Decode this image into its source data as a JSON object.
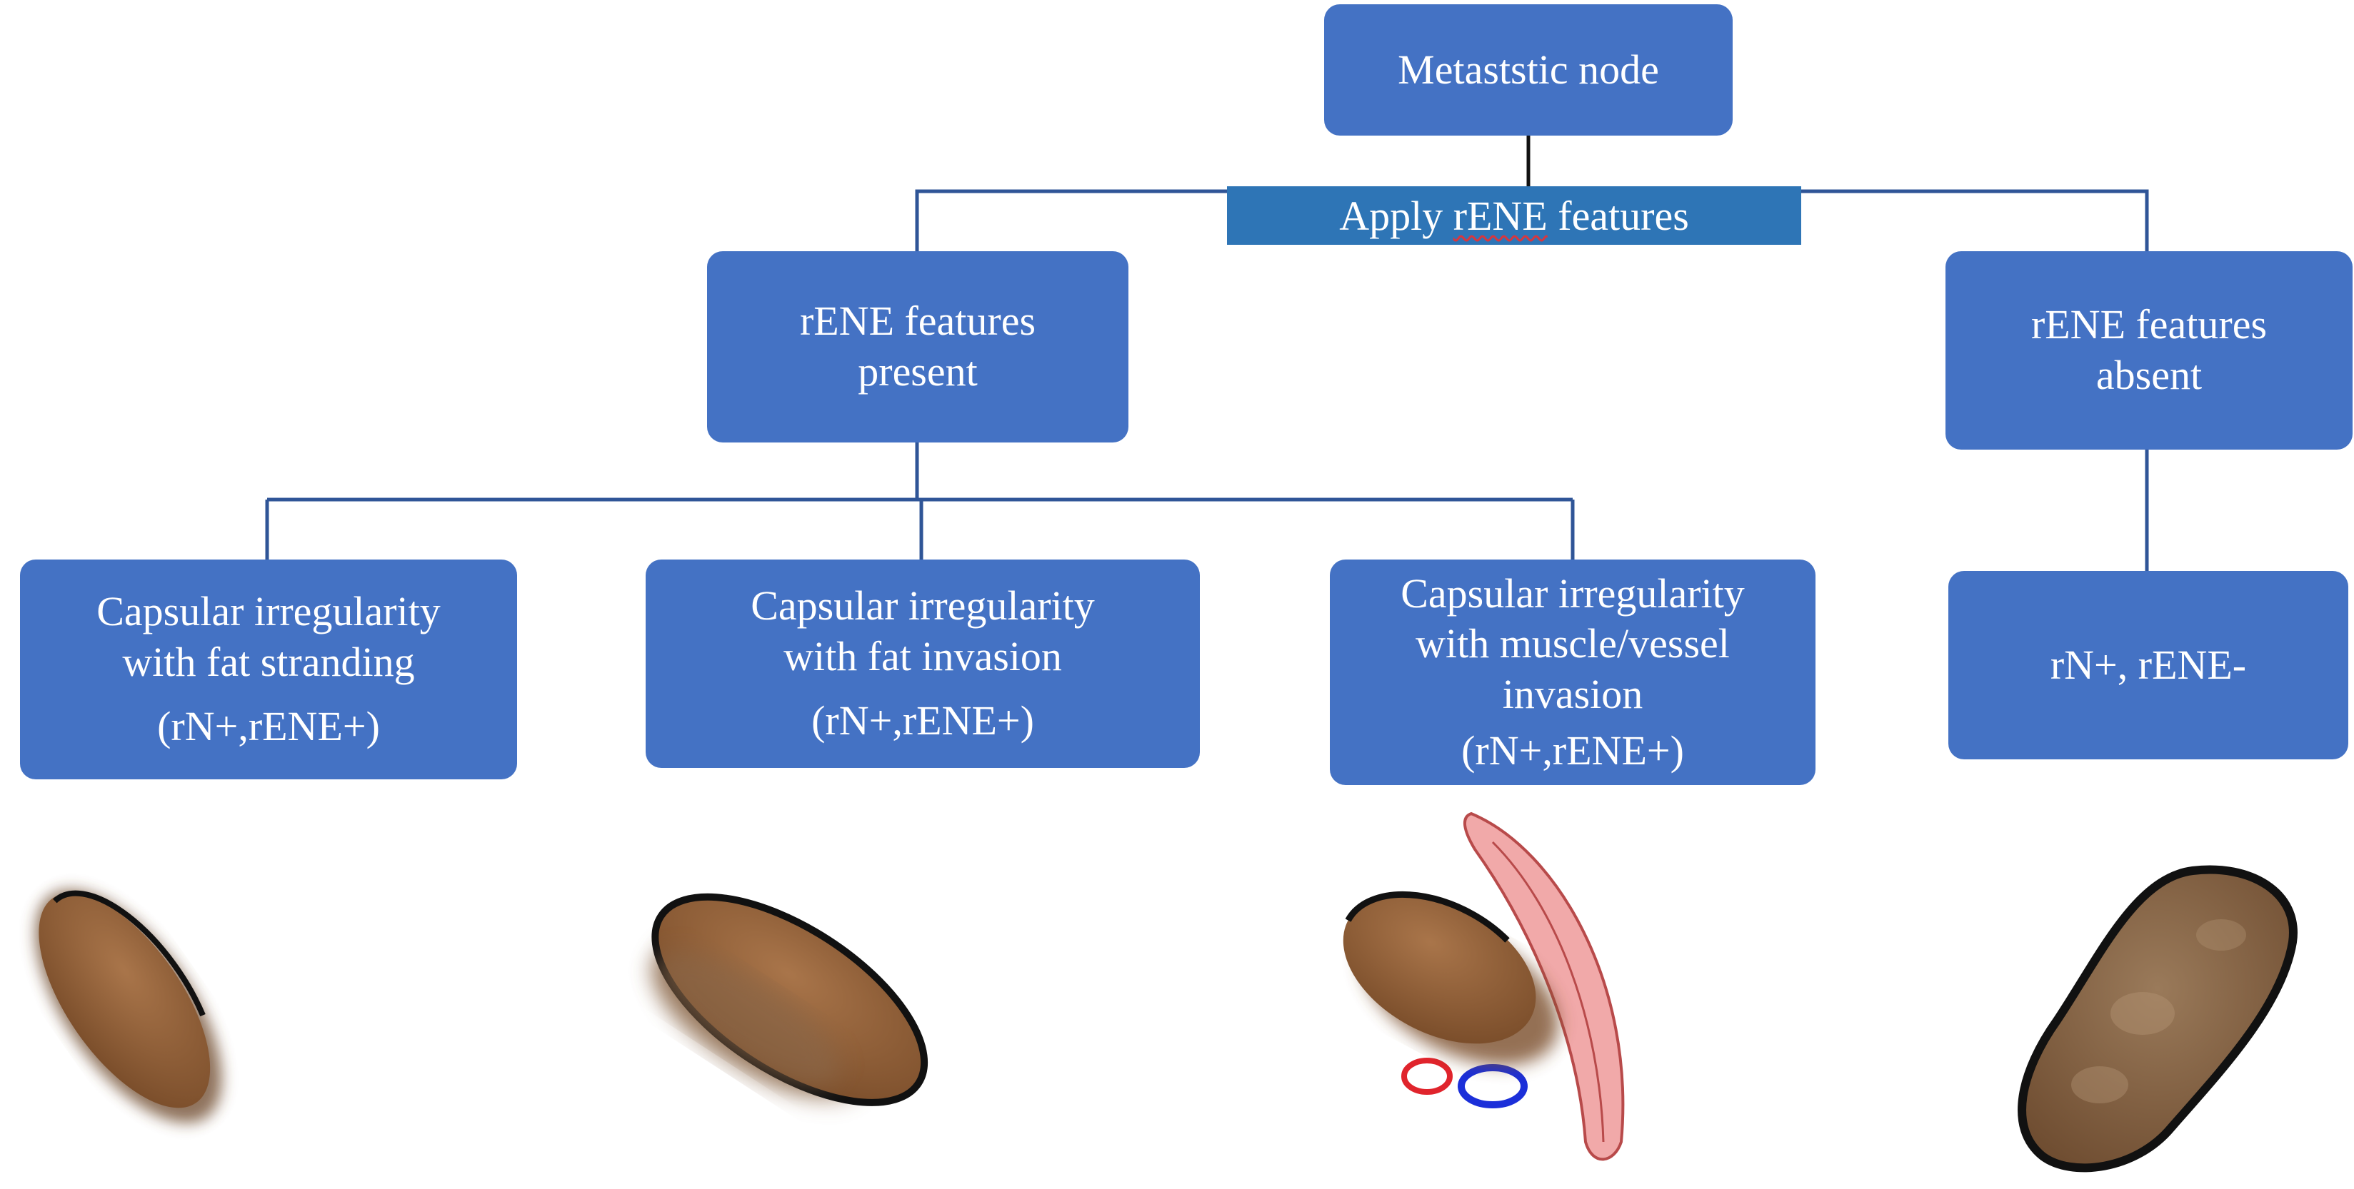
{
  "root": {
    "label": "Metaststic node"
  },
  "apply": {
    "prefix": "Apply ",
    "term": "rENE",
    "suffix": " features"
  },
  "present": {
    "line1": "rENE features",
    "line2": "present"
  },
  "absent": {
    "line1": "rENE features",
    "line2": "absent"
  },
  "leaves": [
    {
      "line1": "Capsular irregularity",
      "line2": "with fat stranding",
      "line3": "",
      "stage": "(rN+,rENE+)"
    },
    {
      "line1": "Capsular irregularity",
      "line2": "with fat invasion",
      "line3": "",
      "stage": "(rN+,rENE+)"
    },
    {
      "line1": "Capsular irregularity",
      "line2": "with muscle/vessel",
      "line3": "invasion",
      "stage": "(rN+,rENE+)"
    },
    {
      "stage": "rN+, rENE-"
    }
  ],
  "colors": {
    "box": "#4472c4",
    "apply_bar": "#2e75b6",
    "connector": "#2f5597",
    "node_fill": "#8c5a32",
    "muscle": "#f1a9a9"
  }
}
